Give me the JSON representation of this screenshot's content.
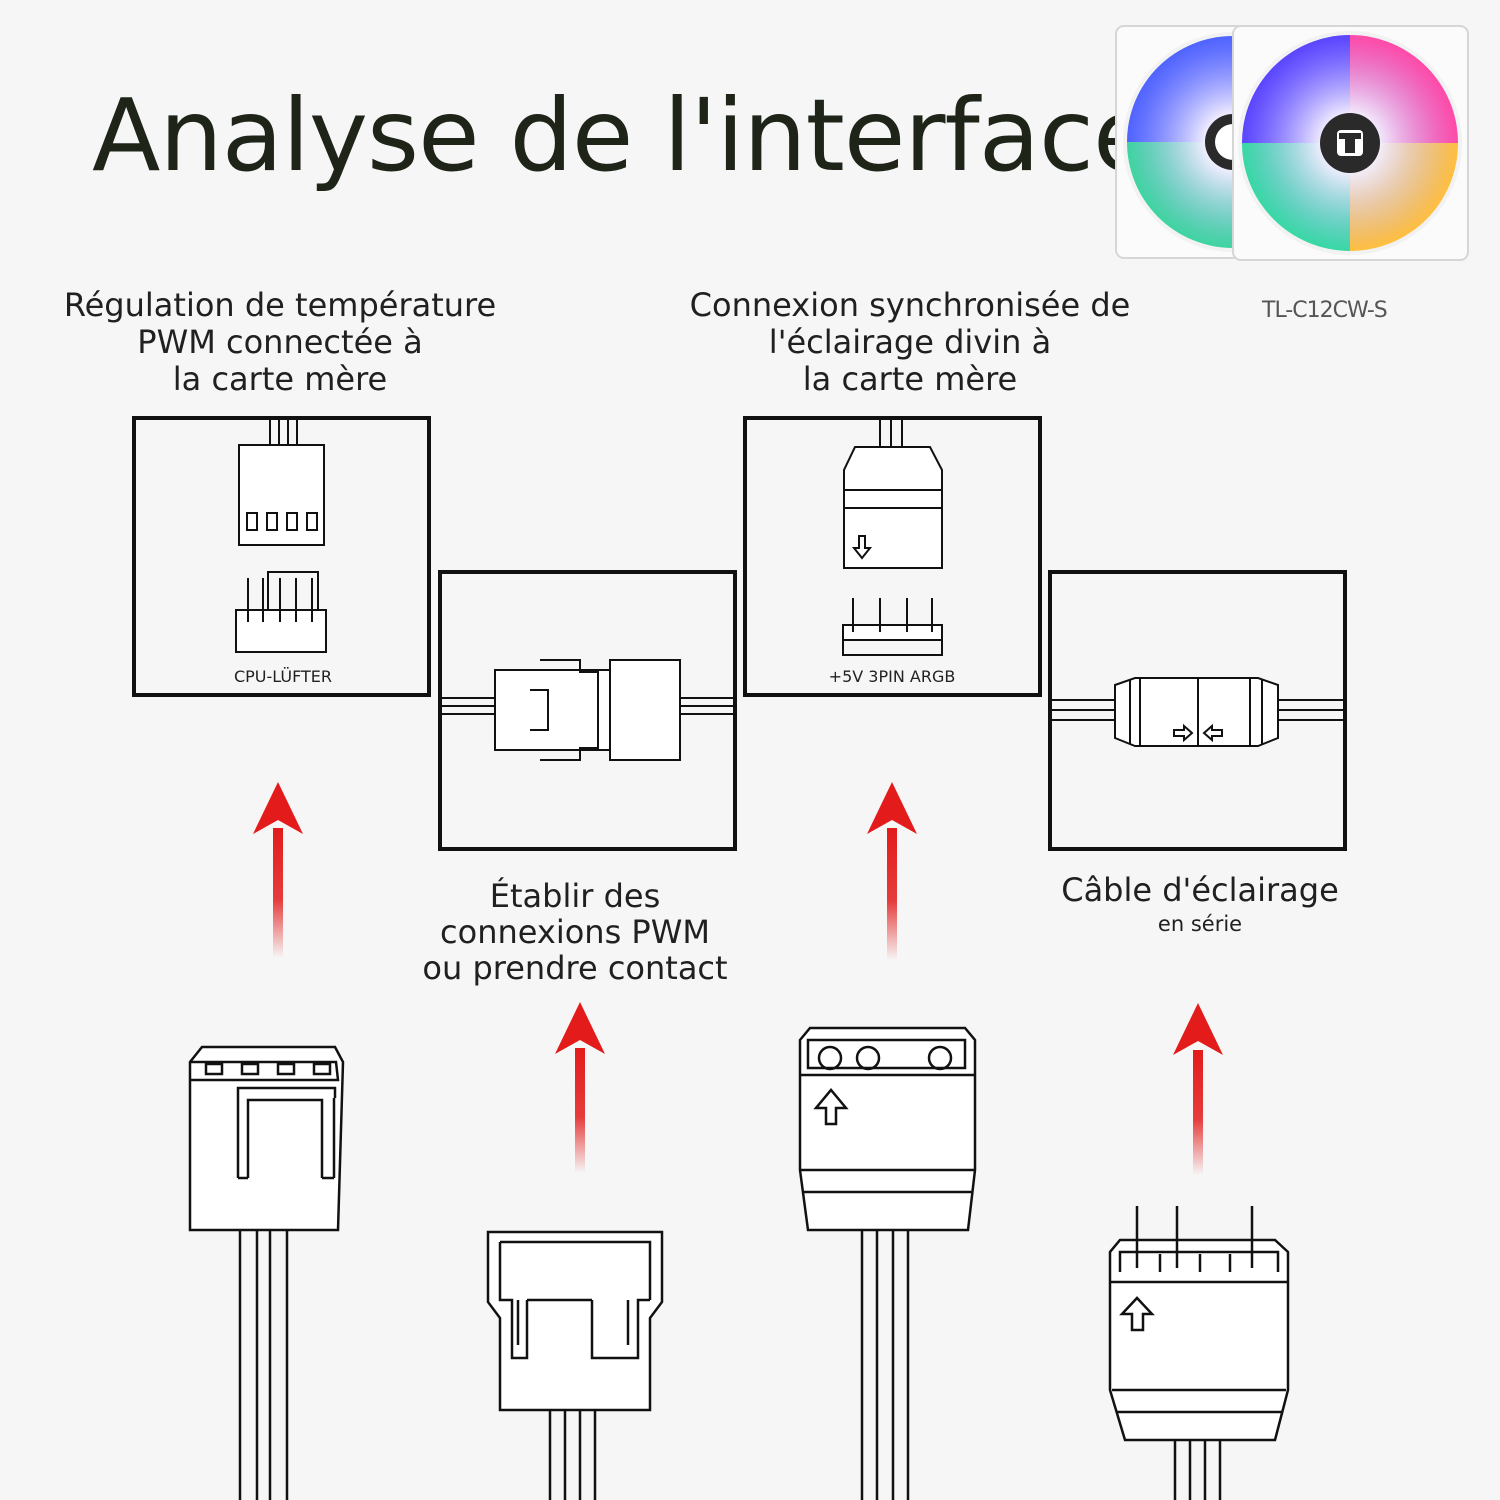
{
  "title": "Analyse de l'interface",
  "model": "TL-C12CW-S",
  "labels": {
    "pwm_control": [
      "Régulation de température",
      "PWM connectée à",
      "la carte mère"
    ],
    "sync_lighting": [
      "Connexion synchronisée de",
      "l'éclairage divin à",
      "la carte mère"
    ],
    "establish_pwm": [
      "Établir des",
      "connexions PWM",
      "ou prendre contact"
    ],
    "lighting_cable": "Câble d'éclairage",
    "lighting_cable_sub": "en série"
  },
  "box_captions": {
    "cpu_fan": "CPU-LÜFTER",
    "argb": "+5V 3PIN ARGB"
  },
  "colors": {
    "arrow": "#e31b1b",
    "line": "#111111",
    "background": "#f6f6f6"
  },
  "icons": [
    "rgb-fan-icon",
    "pwm-4pin-connector-icon",
    "argb-3pin-connector-icon",
    "red-up-arrow-icon"
  ]
}
